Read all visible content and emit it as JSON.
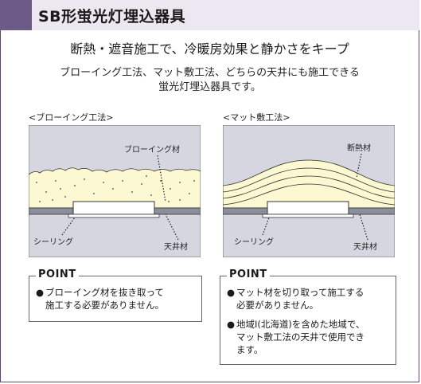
{
  "header": {
    "title": "SB形蛍光灯埋込器具",
    "accent_color": "#6e5a86",
    "bg_color": "#ece8f1"
  },
  "headline": "断熱・遮音施工で、冷暖房効果と静かさをキープ",
  "description": {
    "line1": "ブローイング工法、マット敷工法、どちらの天井にも施工できる",
    "line2": "蛍光灯埋込器具です。"
  },
  "left_diagram": {
    "section_label": "<ブローイング工法>",
    "insulation_label": "ブローイング材",
    "sealing_label": "シーリング",
    "ceiling_label": "天井材"
  },
  "right_diagram": {
    "section_label": "<マット敷工法>",
    "insulation_label": "断熱材",
    "sealing_label": "シーリング",
    "ceiling_label": "天井材"
  },
  "left_point": {
    "title": "POINT",
    "items": [
      {
        "bullet": "●",
        "text_line1": "ブローイング材を抜き取って",
        "text_line2": "施工する必要がありません。"
      }
    ]
  },
  "right_point": {
    "title": "POINT",
    "items": [
      {
        "bullet": "●",
        "text_line1": "マット材を切り取って施工する",
        "text_line2": "必要がありません。"
      },
      {
        "bullet": "●",
        "text_line1": "地域Ⅰ(北海道)を含めた地域で、",
        "text_line2": "マット敷工法の天井で使用でき",
        "text_line3": "ます。"
      }
    ]
  },
  "colors": {
    "panel_bg": "#d6d6e0",
    "insulation_fill": "#fbf8d2",
    "ceiling_gray": "#8a8f99"
  }
}
